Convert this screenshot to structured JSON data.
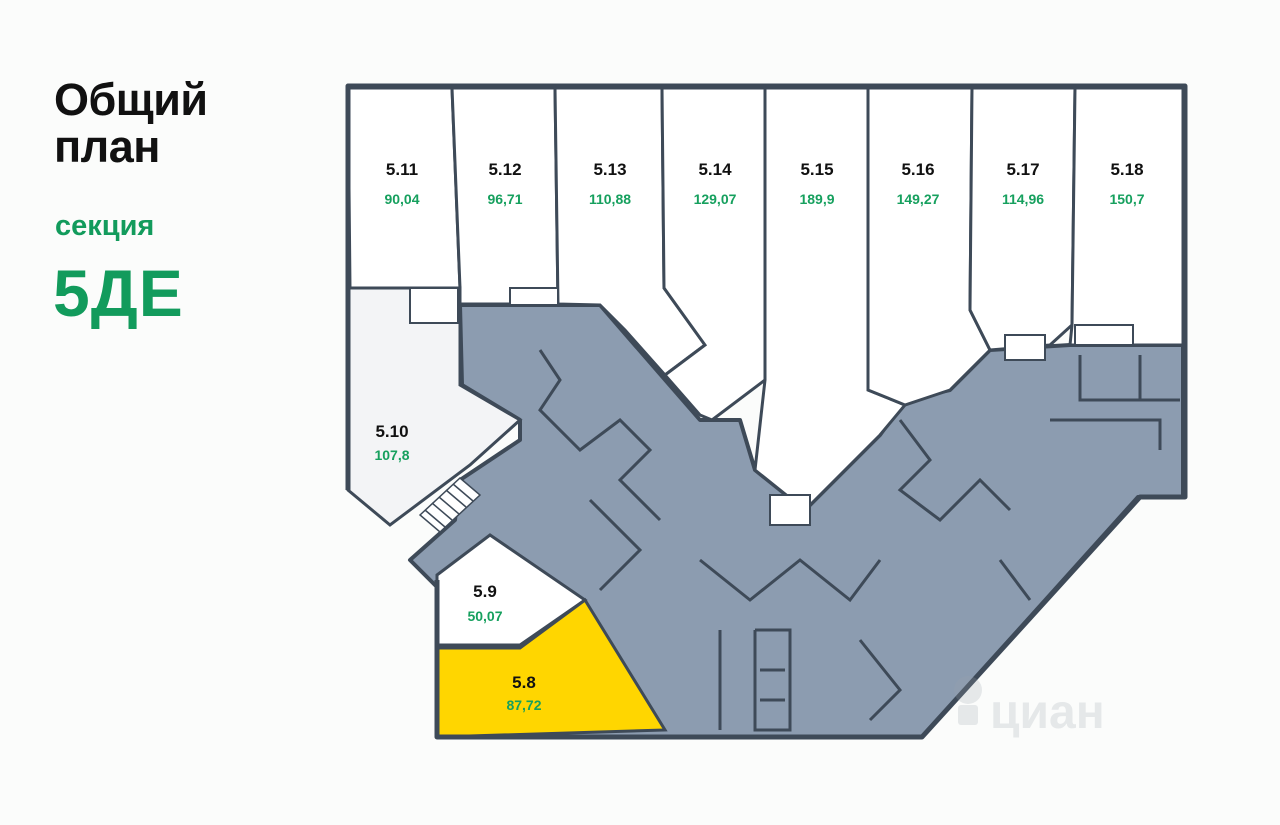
{
  "heading": {
    "title_line1": "Общий",
    "title_line2": "план",
    "section_label": "секция",
    "section_code": "5ДЕ"
  },
  "colors": {
    "accent_green": "#129b5c",
    "common_area": "#8c9cb0",
    "wall": "#3e4a58",
    "selected_unit": "#ffd600",
    "room": "#ffffff"
  },
  "units": [
    {
      "id": "5.11",
      "area": "90,04"
    },
    {
      "id": "5.12",
      "area": "96,71"
    },
    {
      "id": "5.13",
      "area": "110,88"
    },
    {
      "id": "5.14",
      "area": "129,07"
    },
    {
      "id": "5.15",
      "area": "189,9"
    },
    {
      "id": "5.16",
      "area": "149,27"
    },
    {
      "id": "5.17",
      "area": "114,96"
    },
    {
      "id": "5.18",
      "area": "150,7"
    },
    {
      "id": "5.10",
      "area": "107,8"
    },
    {
      "id": "5.9",
      "area": "50,07"
    },
    {
      "id": "5.8",
      "area": "87,72",
      "selected": true
    }
  ],
  "watermark": {
    "text": "циан",
    "icon": "cian-logo-icon"
  }
}
